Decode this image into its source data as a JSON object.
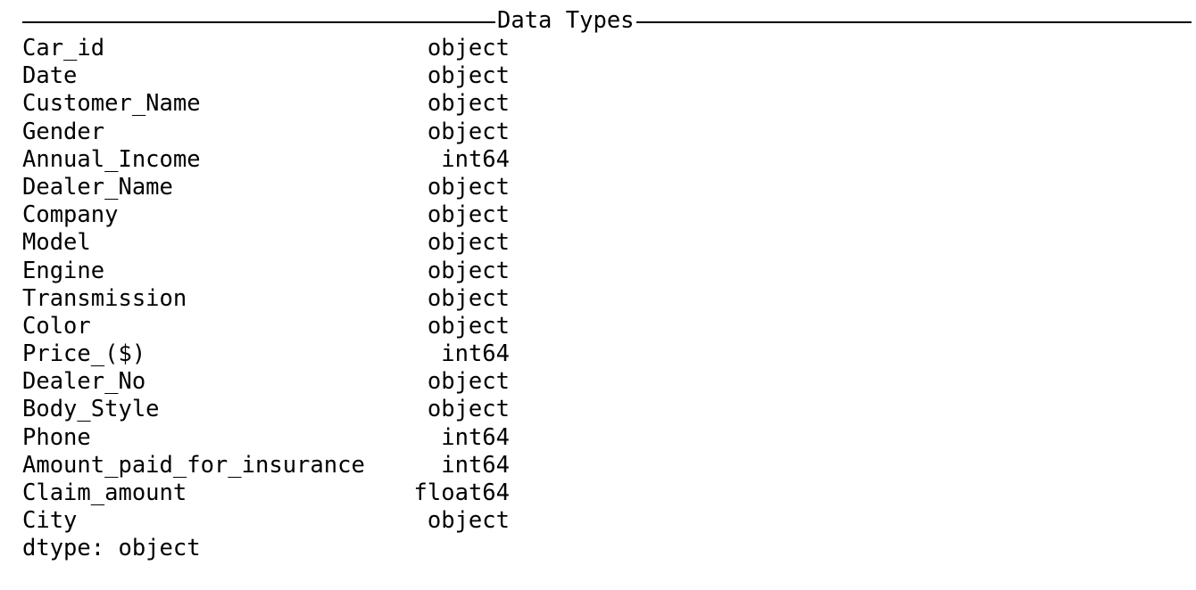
{
  "header": {
    "title": "Data Types"
  },
  "rows": [
    {
      "name": "Car_id",
      "dtype": "object"
    },
    {
      "name": "Date",
      "dtype": "object"
    },
    {
      "name": "Customer_Name",
      "dtype": "object"
    },
    {
      "name": "Gender",
      "dtype": "object"
    },
    {
      "name": "Annual_Income",
      "dtype": "int64"
    },
    {
      "name": "Dealer_Name",
      "dtype": "object"
    },
    {
      "name": "Company",
      "dtype": "object"
    },
    {
      "name": "Model",
      "dtype": "object"
    },
    {
      "name": "Engine",
      "dtype": "object"
    },
    {
      "name": "Transmission",
      "dtype": "object"
    },
    {
      "name": "Color",
      "dtype": "object"
    },
    {
      "name": "Price_($)",
      "dtype": "int64"
    },
    {
      "name": "Dealer_No",
      "dtype": "object"
    },
    {
      "name": "Body_Style",
      "dtype": "object"
    },
    {
      "name": "Phone",
      "dtype": "int64"
    },
    {
      "name": "Amount_paid_for_insurance",
      "dtype": "int64"
    },
    {
      "name": "Claim_amount",
      "dtype": "float64"
    },
    {
      "name": "City",
      "dtype": "object"
    }
  ],
  "footer": {
    "text": "dtype: object"
  }
}
